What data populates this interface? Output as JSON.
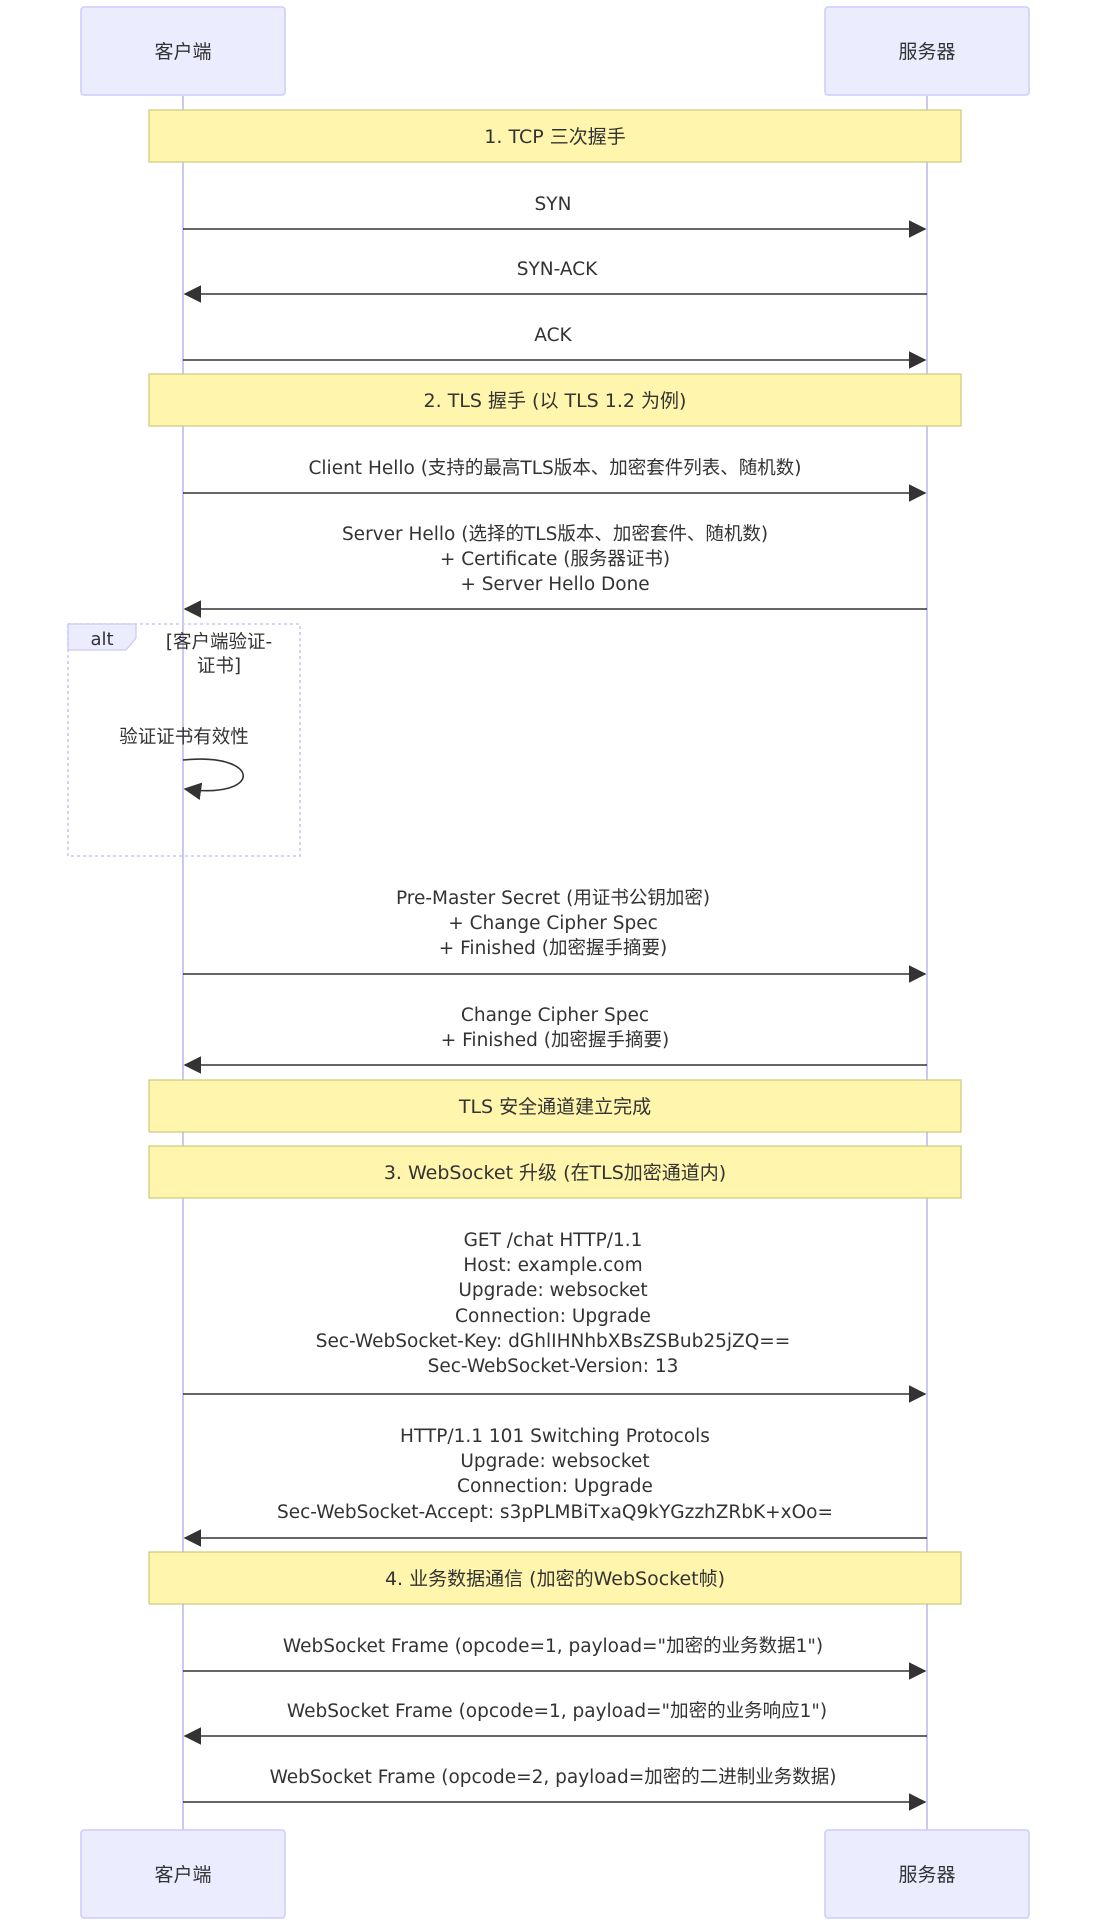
{
  "actors": {
    "client": "客户端",
    "server": "服务器"
  },
  "notes": {
    "tcp": "1. TCP 三次握手",
    "tls": "2. TLS 握手 (以 TLS 1.2 为例)",
    "tls_done": "TLS 安全通道建立完成",
    "ws_upgrade": "3. WebSocket 升级 (在TLS加密通道内)",
    "data": "4. 业务数据通信 (加密的WebSocket帧)"
  },
  "messages": {
    "syn": "SYN",
    "syn_ack": "SYN-ACK",
    "ack": "ACK",
    "client_hello": "Client Hello (支持的最高TLS版本、加密套件列表、随机数)",
    "server_hello": [
      "Server Hello (选择的TLS版本、加密套件、随机数)",
      "+ Certificate (服务器证书)",
      "+ Server Hello Done"
    ],
    "verify_cert": "验证证书有效性",
    "pre_master": [
      "Pre-Master Secret (用证书公钥加密)",
      "+ Change Cipher Spec",
      "+ Finished (加密握手摘要)"
    ],
    "change_cipher": [
      "Change Cipher Spec",
      "+ Finished (加密握手摘要)"
    ],
    "ws_request": [
      "GET /chat HTTP/1.1",
      "Host: example.com",
      "Upgrade: websocket",
      "Connection: Upgrade",
      "Sec-WebSocket-Key: dGhlIHNhbXBsZSBub25jZQ==",
      "Sec-WebSocket-Version: 13"
    ],
    "ws_response": [
      "HTTP/1.1 101 Switching Protocols",
      "Upgrade: websocket",
      "Connection: Upgrade",
      "Sec-WebSocket-Accept: s3pPLMBiTxaQ9kYGzzhZRbK+xOo="
    ],
    "frame1": "WebSocket Frame (opcode=1, payload=\"加密的业务数据1\")",
    "frame2": "WebSocket Frame (opcode=1, payload=\"加密的业务响应1\")",
    "frame3": "WebSocket Frame (opcode=2, payload=加密的二进制业务数据)"
  },
  "alt": {
    "label": "alt",
    "condition": [
      "[客户端验证-",
      "证书]"
    ]
  },
  "colors": {
    "actor_fill": "#ececff",
    "actor_stroke": "#ccccff",
    "note_fill": "#fff5ad",
    "note_stroke": "#cbcb7a",
    "line": "#333333"
  }
}
